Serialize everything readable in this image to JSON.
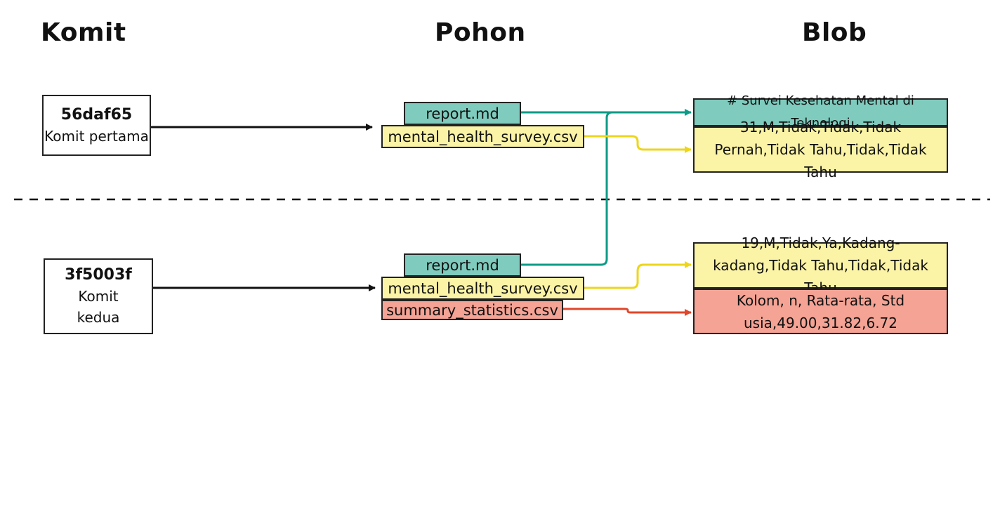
{
  "headings": {
    "commits": "Komit",
    "trees": "Pohon",
    "blobs": "Blob"
  },
  "commits": [
    {
      "hash": "56daf65",
      "message": "Komit pertama"
    },
    {
      "hash": "3f5003f",
      "message": "Komit kedua"
    }
  ],
  "trees": [
    {
      "entries": [
        "report.md",
        "mental_health_survey.csv"
      ]
    },
    {
      "entries": [
        "report.md",
        "mental_health_survey.csv",
        "summary_statistics.csv"
      ]
    }
  ],
  "blobs": [
    "# Survei Kesehatan Mental di Teknologi",
    "31,M,Tidak,Tidak,Tidak Pernah,Tidak Tahu,Tidak,Tidak Tahu",
    "19,M,Tidak,Ya,Kadang-kadang,Tidak Tahu,Tidak,Tidak Tahu",
    "Kolom, n, Rata-rata, Std usia,49.00,31.82,6.72"
  ],
  "colors": {
    "teal": "#7fcbbd",
    "yellow": "#fbf3a6",
    "red": "#f4a394",
    "teal_line": "#0e9b86",
    "yellow_line": "#ecd61c",
    "red_line": "#e0462a"
  }
}
